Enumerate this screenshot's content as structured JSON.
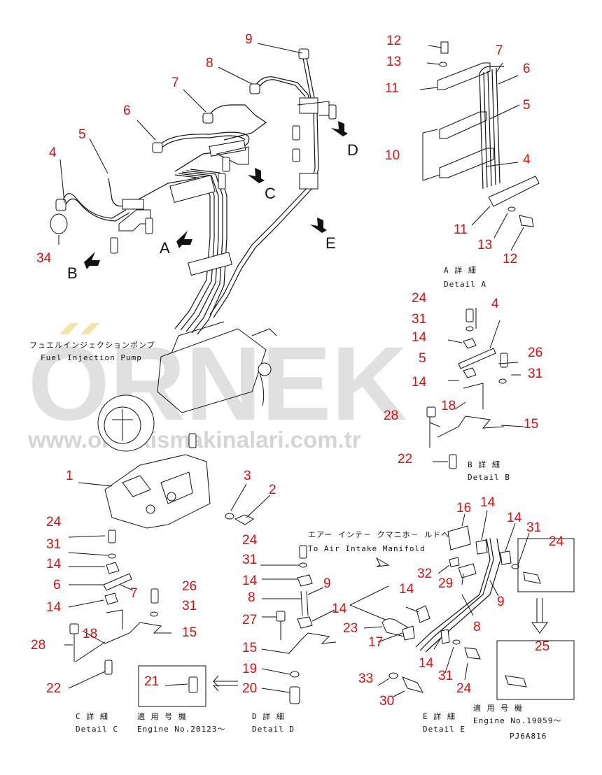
{
  "callouts": {
    "c_9_top": "9",
    "c_8_top": "8",
    "c_7_top": "7",
    "c_6_top": "6",
    "c_5_top": "5",
    "c_4_top": "4",
    "c_34": "34",
    "a_12a": "12",
    "a_13a": "13",
    "a_7": "7",
    "a_6": "6",
    "a_11a": "11",
    "a_5": "5",
    "a_10": "10",
    "a_4": "4",
    "a_11b": "11",
    "a_13b": "13",
    "a_12b": "12",
    "b_24": "24",
    "b_4": "4",
    "b_31a": "31",
    "b_14a": "14",
    "b_26": "26",
    "b_5": "5",
    "b_31b": "31",
    "b_14b": "14",
    "b_18": "18",
    "b_28": "28",
    "b_15": "15",
    "b_22": "22",
    "m_1": "1",
    "m_3": "3",
    "m_2": "2",
    "c_24": "24",
    "c_31a": "31",
    "c_14a": "14",
    "c_6": "6",
    "c_7": "7",
    "c_26": "26",
    "c_14b": "14",
    "c_31b": "31",
    "c_18": "18",
    "c_15": "15",
    "c_28": "28",
    "c_22": "22",
    "c_21": "21",
    "d_24": "24",
    "d_31": "31",
    "d_14a": "14",
    "d_9": "9",
    "d_8": "8",
    "d_14b": "14",
    "d_27": "27",
    "d_15": "15",
    "d_19": "19",
    "d_20": "20",
    "e_16": "16",
    "e_14a": "14",
    "e_14b": "14",
    "e_31a": "31",
    "e_24a": "24",
    "e_32": "32",
    "e_29": "29",
    "e_9": "9",
    "e_14c": "14",
    "e_8": "8",
    "e_23": "23",
    "e_17": "17",
    "e_14d": "14",
    "e_31b": "31",
    "e_24b": "24",
    "e_25": "25",
    "e_33": "33",
    "e_30": "30"
  },
  "view_arrows": {
    "A": "A",
    "B": "B",
    "C": "C",
    "D": "D",
    "E": "E"
  },
  "labels": {
    "fuel_pump_jp": "フュエルインジェクションポンプ",
    "fuel_pump_en": "Fuel Injection Pump",
    "detail_a_jp": "A 詳 細",
    "detail_a_en": "Detail A",
    "detail_b_jp": "B 詳 細",
    "detail_b_en": "Detail B",
    "detail_c_jp": "C 詳 細",
    "detail_c_en": "Detail C",
    "detail_d_jp": "D 詳 細",
    "detail_d_en": "Detail D",
    "detail_e_jp": "E 詳 細",
    "detail_e_en": "Detail E",
    "serial1_jp": "適 用 号 機",
    "serial1_en": "Engine No.20123～",
    "serial2_jp": "適 用 号 機",
    "serial2_en": "Engine No.19059～",
    "manifold_jp": "エアー インテ－ クマニホ－ ルドヘ",
    "manifold_en": "To Air Intake Manifold",
    "drawing_code": "PJ6A816"
  },
  "watermark": {
    "big": "ORNEK",
    "url": "www.ornekismakinalari.com.tr"
  }
}
